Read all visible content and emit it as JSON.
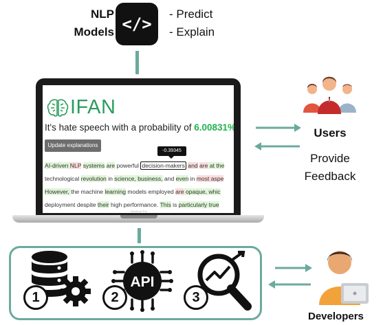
{
  "top": {
    "title_lines": [
      "NLP",
      "Models"
    ],
    "code_icon_glyph": "</>",
    "bullets": [
      "- Predict",
      "- Explain"
    ]
  },
  "laptop": {
    "app_title": "IFAN",
    "prob_prefix": "It's hate speech with a probability of ",
    "prob_value": "6.00831%",
    "update_button": "Update explanations",
    "tooltip_value": "-0.39345",
    "macbook_label": "MacBook Pro",
    "text_lines": [
      [
        {
          "t": "AI-driven ",
          "c": "g"
        },
        {
          "t": "NLP",
          "c": "r"
        },
        {
          "t": " ",
          "c": ""
        },
        {
          "t": "systems",
          "c": "g"
        },
        {
          "t": " ",
          "c": ""
        },
        {
          "t": "are",
          "c": "g"
        },
        {
          "t": " powerful ",
          "c": ""
        },
        {
          "t": "decision-makers",
          "c": "box"
        },
        {
          "t": " ",
          "c": ""
        },
        {
          "t": "and",
          "c": "r"
        },
        {
          "t": " ",
          "c": ""
        },
        {
          "t": "are",
          "c": "r"
        },
        {
          "t": " at the",
          "c": "g"
        }
      ],
      [
        {
          "t": "technological ",
          "c": ""
        },
        {
          "t": "revolution",
          "c": "g"
        },
        {
          "t": " in ",
          "c": ""
        },
        {
          "t": "science, business,",
          "c": "g"
        },
        {
          "t": " and ",
          "c": ""
        },
        {
          "t": "even",
          "c": "g"
        },
        {
          "t": " in ",
          "c": ""
        },
        {
          "t": "most aspe",
          "c": "r"
        }
      ],
      [
        {
          "t": "However, ",
          "c": "g"
        },
        {
          "t": "the machine ",
          "c": ""
        },
        {
          "t": "learning",
          "c": "g"
        },
        {
          "t": " models employed ",
          "c": ""
        },
        {
          "t": "are",
          "c": "r"
        },
        {
          "t": " opaque, whic",
          "c": "g"
        }
      ],
      [
        {
          "t": "deployment despite ",
          "c": ""
        },
        {
          "t": "their",
          "c": "g"
        },
        {
          "t": " high performance. ",
          "c": ""
        },
        {
          "t": "This",
          "c": "g"
        },
        {
          "t": " is ",
          "c": ""
        },
        {
          "t": "particularly true",
          "c": "g"
        }
      ]
    ]
  },
  "users": {
    "title": "Users",
    "subtitle_lines": [
      "Provide",
      "Feedback"
    ]
  },
  "developers": {
    "title": "Developers"
  },
  "bottom": {
    "items": [
      {
        "number": "1",
        "icon": "database-gear-icon"
      },
      {
        "number": "2",
        "icon": "api-chip-icon"
      },
      {
        "number": "3",
        "icon": "analytics-search-icon"
      }
    ]
  },
  "colors": {
    "accent_teal": "#6aaa9c",
    "ifan_green": "#2a9d5c",
    "prob_green": "#22b24c",
    "highlight_green": "#dff5d8",
    "highlight_red": "#fbdcdc"
  }
}
